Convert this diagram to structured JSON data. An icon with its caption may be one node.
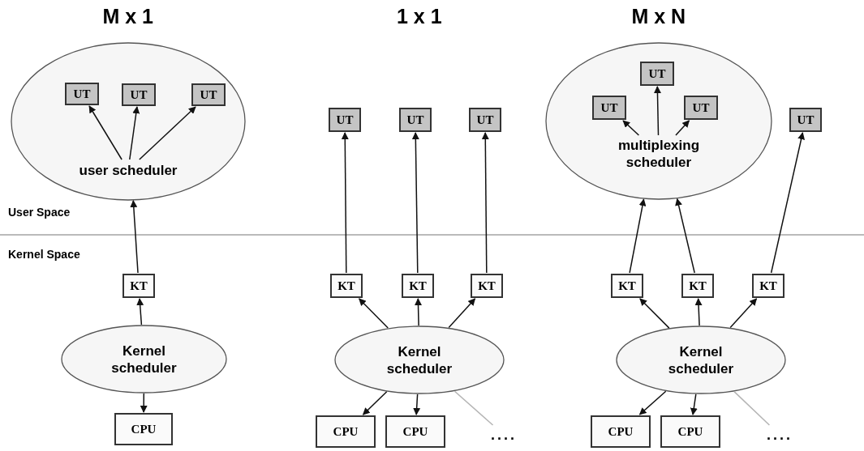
{
  "diagram": {
    "nodes": [
      {
        "text": [],
        "shape": "ellipse"
      },
      {
        "text": [
          "UT"
        ],
        "in": 0
      },
      {
        "text": [
          "UT"
        ],
        "in": 0
      },
      {
        "text": [
          "UT"
        ],
        "in": 0
      },
      {
        "text": [
          "user scheduler"
        ],
        "in": 0
      },
      {
        "text": [
          "KT"
        ]
      },
      {
        "text": [
          "Kernel scheduler"
        ]
      },
      {
        "text": [
          "CPU"
        ]
      },
      {
        "text": [
          "UT"
        ]
      },
      {
        "text": [
          "UT"
        ]
      },
      {
        "text": [
          "UT"
        ]
      },
      {
        "text": [
          "KT"
        ]
      },
      {
        "text": [
          "KT"
        ]
      },
      {
        "text": [
          "KT"
        ]
      },
      {
        "text": [
          "Kernel scheduler"
        ]
      },
      {
        "text": [
          "CPU"
        ]
      },
      {
        "text": [
          "CPU"
        ]
      },
      {
        "text": [
          "...."
        ]
      },
      {
        "text": [],
        "shape": "ellipse"
      },
      {
        "text": [
          "UT"
        ],
        "in": 18
      },
      {
        "text": [
          "UT"
        ],
        "in": 18
      },
      {
        "text": [
          "UT"
        ],
        "in": 18
      },
      {
        "text": [
          "multiplexing scheduler"
        ],
        "in": 18
      },
      {
        "text": [
          "UT"
        ]
      },
      {
        "text": [
          "KT"
        ]
      },
      {
        "text": [
          "KT"
        ]
      },
      {
        "text": [
          "KT"
        ]
      },
      {
        "text": [
          "Kernel scheduler"
        ]
      },
      {
        "text": [
          "CPU"
        ]
      },
      {
        "text": [
          "CPU"
        ]
      },
      {
        "text": [
          "...."
        ]
      }
    ],
    "edges": [
      {
        "from": 4,
        "to": 1,
        "arrow": "to"
      },
      {
        "from": 4,
        "to": 2,
        "arrow": "to"
      },
      {
        "from": 4,
        "to": 3,
        "arrow": "to"
      },
      {
        "from": 5,
        "to": 0,
        "arrow": "to"
      },
      {
        "from": 6,
        "to": 5,
        "arrow": "to"
      },
      {
        "from": 6,
        "to": 7,
        "arrow": "to"
      },
      {
        "from": 11,
        "to": 8,
        "arrow": "to"
      },
      {
        "from": 12,
        "to": 9,
        "arrow": "to"
      },
      {
        "from": 13,
        "to": 10,
        "arrow": "to"
      },
      {
        "from": 14,
        "to": 11,
        "arrow": "to"
      },
      {
        "from": 14,
        "to": 12,
        "arrow": "to"
      },
      {
        "from": 14,
        "to": 13,
        "arrow": "to"
      },
      {
        "from": 14,
        "to": 15,
        "arrow": "to"
      },
      {
        "from": 14,
        "to": 16,
        "arrow": "to"
      },
      {
        "from": 14,
        "to": 17,
        "arrow": "none",
        "color": "#b4b4b4"
      },
      {
        "from": 22,
        "to": 19,
        "arrow": "to"
      },
      {
        "from": 22,
        "to": 20,
        "arrow": "to"
      },
      {
        "from": 22,
        "to": 21,
        "arrow": "to"
      },
      {
        "from": 24,
        "to": 18,
        "arrow": "to"
      },
      {
        "from": 25,
        "to": 18,
        "arrow": "to"
      },
      {
        "from": 26,
        "to": 23,
        "arrow": "to"
      },
      {
        "from": 27,
        "to": 24,
        "arrow": "to"
      },
      {
        "from": 27,
        "to": 25,
        "arrow": "to"
      },
      {
        "from": 27,
        "to": 26,
        "arrow": "to"
      },
      {
        "from": 27,
        "to": 28,
        "arrow": "to"
      },
      {
        "from": 27,
        "to": 29,
        "arrow": "to"
      },
      {
        "from": 27,
        "to": 30,
        "arrow": "none",
        "color": "#b4b4b4"
      }
    ],
    "labels": [
      "M x 1",
      "1 x 1",
      "M x N",
      "User Space",
      "Kernel Space"
    ]
  }
}
